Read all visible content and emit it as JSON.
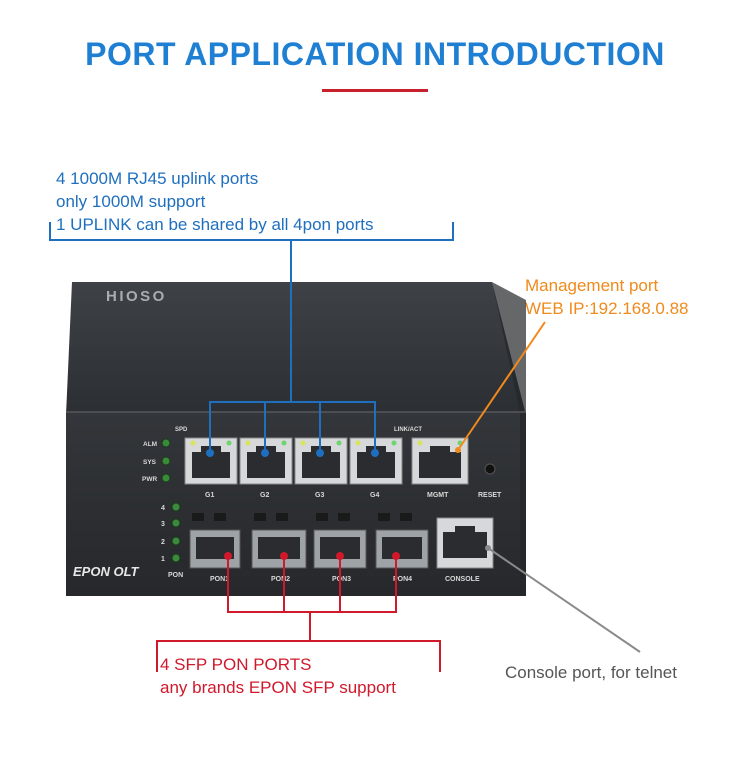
{
  "title": "PORT APPLICATION INTRODUCTION",
  "colors": {
    "title": "#1f7fd3",
    "underline": "#c8202c",
    "uplink": "#1f6fbf",
    "mgmt": "#f08a1c",
    "pon": "#d0192b",
    "console": "#555555"
  },
  "uplink_note": [
    "4 1000M RJ45 uplink ports",
    "only 1000M support",
    "1 UPLINK can be shared by all 4pon ports"
  ],
  "mgmt_note": [
    "Management port",
    "WEB IP:192.168.0.88"
  ],
  "pon_note": [
    "4 SFP PON PORTS",
    "any brands EPON SFP support"
  ],
  "console_note": "Console port, for telnet",
  "device": {
    "brand": "HIOSO",
    "model": "EPON OLT",
    "status_leds": [
      "ALM",
      "SYS",
      "PWR"
    ],
    "spd_label": "SPD",
    "linkact_label": "LINK/ACT",
    "uplink_ports": [
      "G1",
      "G2",
      "G3",
      "G4"
    ],
    "mgmt_port": "MGMT",
    "reset": "RESET",
    "pon_leds": [
      "4",
      "3",
      "2",
      "1"
    ],
    "pon_led_label": "PON",
    "pon_ports": [
      "PON1",
      "PON2",
      "PON3",
      "PON4"
    ],
    "console_port": "CONSOLE"
  }
}
